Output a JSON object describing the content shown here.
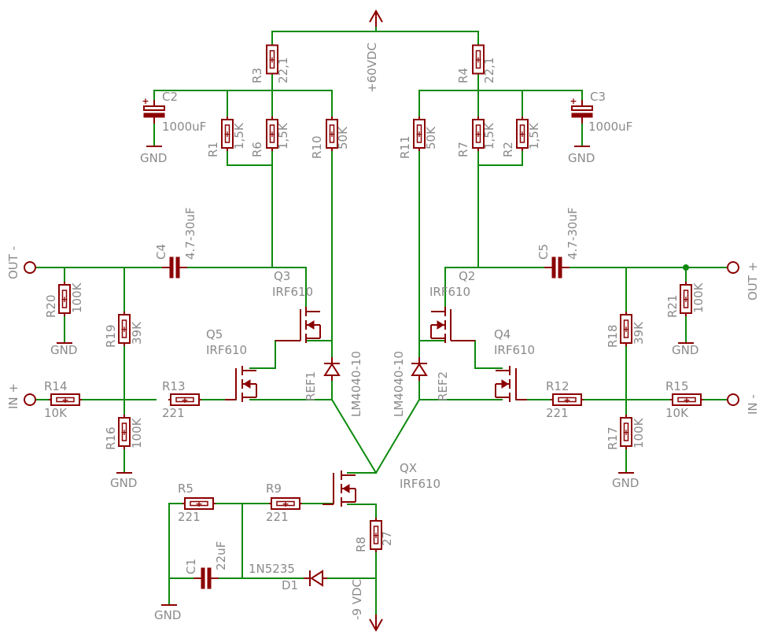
{
  "supply": {
    "pos": "+60VDC",
    "neg": "-9 VDC",
    "gnd": "GND"
  },
  "ports": {
    "out_neg": "OUT -",
    "out_pos": "OUT +",
    "in_pos": "IN +",
    "in_neg": "IN -"
  },
  "resistors": {
    "R1": {
      "ref": "R1",
      "value": "1,5K"
    },
    "R2": {
      "ref": "R2",
      "value": "1,5K"
    },
    "R3": {
      "ref": "R3",
      "value": "22,1"
    },
    "R4": {
      "ref": "R4",
      "value": "22,1"
    },
    "R5": {
      "ref": "R5",
      "value": "221"
    },
    "R6": {
      "ref": "R6",
      "value": "1,5K"
    },
    "R7": {
      "ref": "R7",
      "value": "1,5K"
    },
    "R8": {
      "ref": "R8",
      "value": "27"
    },
    "R9": {
      "ref": "R9",
      "value": "221"
    },
    "R10": {
      "ref": "R10",
      "value": "50K"
    },
    "R11": {
      "ref": "R11",
      "value": "50K"
    },
    "R12": {
      "ref": "R12",
      "value": "221"
    },
    "R13": {
      "ref": "R13",
      "value": "221"
    },
    "R14": {
      "ref": "R14",
      "value": "10K"
    },
    "R15": {
      "ref": "R15",
      "value": "10K"
    },
    "R16": {
      "ref": "R16",
      "value": "100K"
    },
    "R17": {
      "ref": "R17",
      "value": "100K"
    },
    "R18": {
      "ref": "R18",
      "value": "39K"
    },
    "R19": {
      "ref": "R19",
      "value": "39K"
    },
    "R20": {
      "ref": "R20",
      "value": "100K"
    },
    "R21": {
      "ref": "R21",
      "value": "100K"
    }
  },
  "capacitors": {
    "C1": {
      "ref": "C1",
      "value": "22uF"
    },
    "C2": {
      "ref": "C2",
      "value": "1000uF"
    },
    "C3": {
      "ref": "C3",
      "value": "1000uF"
    },
    "C4": {
      "ref": "C4",
      "value": "4.7-30uF"
    },
    "C5": {
      "ref": "C5",
      "value": "4.7-30uF"
    }
  },
  "transistors": {
    "Q2": {
      "ref": "Q2",
      "part": "IRF610"
    },
    "Q3": {
      "ref": "Q3",
      "part": "IRF610"
    },
    "Q4": {
      "ref": "Q4",
      "part": "IRF610"
    },
    "Q5": {
      "ref": "Q5",
      "part": "IRF610"
    },
    "QX": {
      "ref": "QX",
      "part": "IRF610"
    }
  },
  "diodes": {
    "REF1": {
      "ref": "REF1",
      "part": "LM4040-10"
    },
    "REF2": {
      "ref": "REF2",
      "part": "LM4040-10"
    },
    "D1": {
      "ref": "D1",
      "part": "1N5235"
    }
  }
}
